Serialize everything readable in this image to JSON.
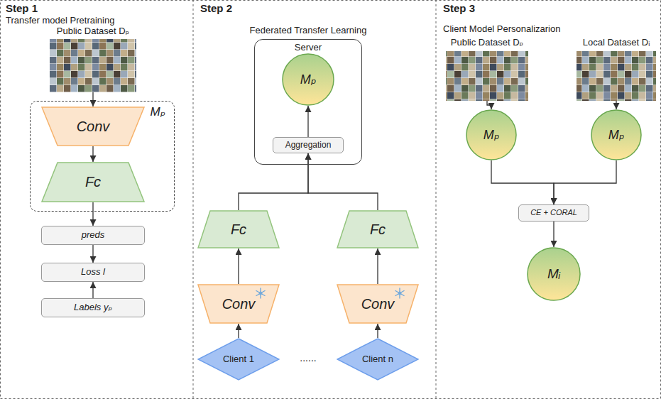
{
  "diagram": {
    "nodes": [
      {
        "text": [
          "Public Dataset Dₚ"
        ]
      },
      {
        "text": [
          "Mₚ"
        ]
      },
      {
        "text": [
          "Conv"
        ],
        "in": 1
      },
      {
        "text": [
          "Fc"
        ],
        "in": 1
      },
      {
        "text": [
          "preds"
        ]
      },
      {
        "text": [
          "Loss l"
        ]
      },
      {
        "text": [
          "Labels yₚ"
        ]
      },
      {
        "text": [
          "Server"
        ]
      },
      {
        "text": [
          "Mₚ"
        ],
        "in": 7
      },
      {
        "text": [
          "Aggregation"
        ],
        "in": 7
      },
      {
        "text": [
          "Fc"
        ]
      },
      {
        "text": [
          "Fc"
        ]
      },
      {
        "text": [
          "Conv"
        ]
      },
      {
        "text": [
          "Conv"
        ]
      },
      {
        "text": [
          "Client 1"
        ]
      },
      {
        "text": [
          "Client n"
        ]
      },
      {
        "text": [
          "Public Dataset Dₚ"
        ]
      },
      {
        "text": [
          "Local Dataset Dᵢ"
        ]
      },
      {
        "text": [
          "Mₚ"
        ]
      },
      {
        "text": [
          "Mₚ"
        ]
      },
      {
        "text": [
          "CE + CORAL"
        ]
      },
      {
        "text": [
          "Mᵢ"
        ]
      }
    ],
    "edges": [
      {
        "from": 0,
        "to": 2,
        "arrow": "to"
      },
      {
        "from": 2,
        "to": 3,
        "arrow": "to"
      },
      {
        "from": 3,
        "to": 4,
        "arrow": "to"
      },
      {
        "from": 4,
        "to": 5,
        "arrow": "to"
      },
      {
        "from": 6,
        "to": 5,
        "arrow": "to"
      },
      {
        "from": 9,
        "to": 8,
        "arrow": "to"
      },
      {
        "from": 10,
        "to": 9,
        "arrow": "to"
      },
      {
        "from": 11,
        "to": 9,
        "arrow": "to"
      },
      {
        "from": 12,
        "to": 10,
        "arrow": "to"
      },
      {
        "from": 13,
        "to": 11,
        "arrow": "to"
      },
      {
        "from": 14,
        "to": 12,
        "arrow": "to"
      },
      {
        "from": 15,
        "to": 13,
        "arrow": "to"
      },
      {
        "from": 16,
        "to": 18,
        "arrow": "to"
      },
      {
        "from": 17,
        "to": 19,
        "arrow": "to"
      },
      {
        "from": 18,
        "to": 20,
        "arrow": "to"
      },
      {
        "from": 19,
        "to": 20,
        "arrow": "to"
      },
      {
        "from": 20,
        "to": 21,
        "arrow": "to"
      }
    ],
    "labels": [
      "Step 1",
      "Transfer model Pretraining",
      "Step 2",
      "Federated Transfer Learning",
      "......",
      "Step 3",
      "Client Model Personalizarion"
    ]
  }
}
